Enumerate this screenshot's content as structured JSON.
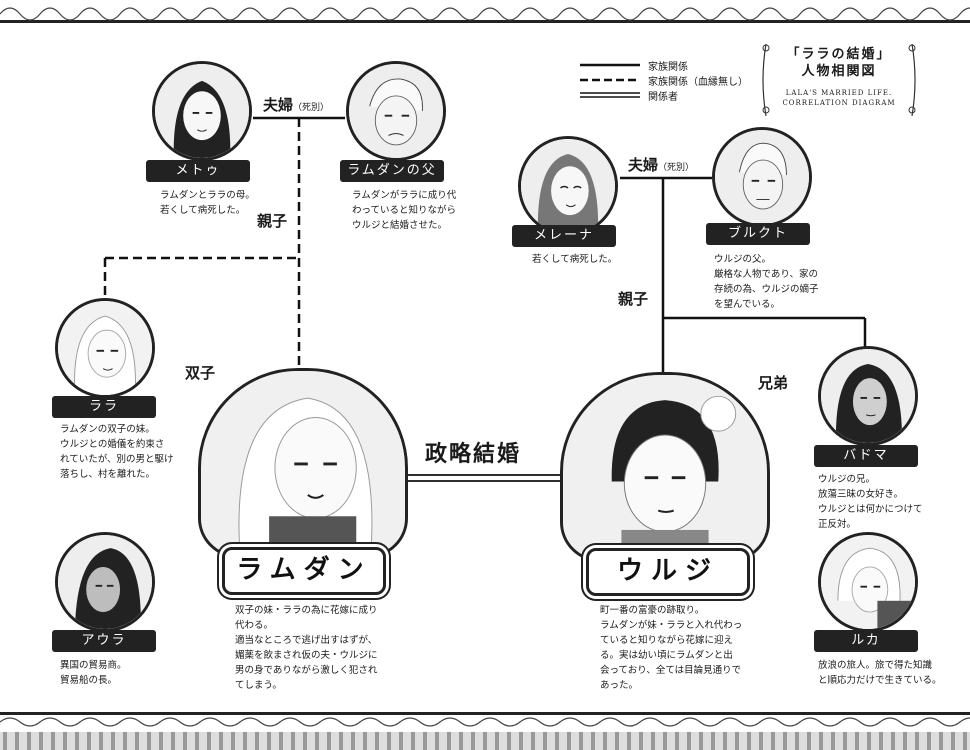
{
  "title": {
    "line1": "「ララの結婚」",
    "line2": "人物相関図",
    "sub1": "LALA'S MARRIED LIFE.",
    "sub2": "CORRELATION DIAGRAM"
  },
  "legend": [
    {
      "label": "家族関係",
      "style": "solid"
    },
    {
      "label": "家族関係（血縁無し）",
      "style": "dashed"
    },
    {
      "label": "関係者",
      "style": "double"
    }
  ],
  "relations": {
    "couple_left": "夫婦",
    "couple_left_note": "（死別）",
    "parent_left": "親子",
    "twins": "双子",
    "couple_right": "夫婦",
    "couple_right_note": "（死別）",
    "parent_right": "親子",
    "brothers": "兄弟",
    "marriage": "政略結婚"
  },
  "characters": {
    "metou": {
      "name": "メトゥ",
      "desc": "ラムダンとララの母。\n若くして病死した。"
    },
    "ramudan_father": {
      "name": "ラムダンの父",
      "desc": "ラムダンがララに成り代\nわっていると知りながら\nウルジと結婚させた。"
    },
    "merena": {
      "name": "メレーナ",
      "desc": "若くして病死した。"
    },
    "burukuto": {
      "name": "ブルクト",
      "desc": "ウルジの父。\n厳格な人物であり、家の\n存続の為、ウルジの嫡子\nを望んでいる。"
    },
    "lala": {
      "name": "ララ",
      "desc": "ラムダンの双子の妹。\nウルジとの婚儀を約束さ\nれていたが、別の男と駆け\n落ちし、村を離れた。"
    },
    "ramudan": {
      "name": "ラムダン",
      "desc": "双子の妹・ララの為に花嫁に成り\n代わる。\n適当なところで逃げ出すはずが、\n媚薬を飲まされ仮の夫・ウルジに\n男の身でありながら激しく犯され\nてしまう。"
    },
    "uruji": {
      "name": "ウルジ",
      "desc": "町一番の富豪の跡取り。\nラムダンが妹・ララと入れ代わっ\nていると知りながら花嫁に迎え\nる。実は幼い頃にラムダンと出\n会っており、全ては目論見通りで\nあった。"
    },
    "badoma": {
      "name": "バドマ",
      "desc": "ウルジの兄。\n放蕩三昧の女好き。\nウルジとは何かにつけて\n正反対。"
    },
    "aura": {
      "name": "アウラ",
      "desc": "異国の貿易商。\n貿易船の長。"
    },
    "ruka": {
      "name": "ルカ",
      "desc": "放浪の旅人。旅で得た知識\nと順応力だけで生きている。"
    }
  }
}
